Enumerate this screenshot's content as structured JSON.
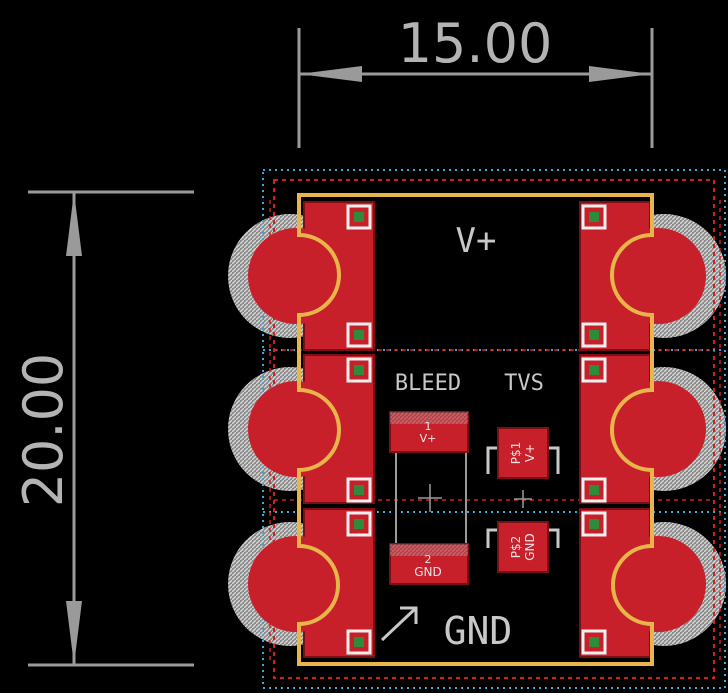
{
  "dimensions": {
    "width_label": "15.00",
    "height_label": "20.00"
  },
  "silkscreen": {
    "power_label": "V+",
    "bleed_label": "BLEED",
    "tvs_label": "TVS",
    "ground_label": "GND"
  },
  "parts": {
    "bleed_resistor": {
      "pad1_number": "1",
      "pad1_net": "V+",
      "pad2_number": "2",
      "pad2_net": "GND"
    },
    "tvs_diode": {
      "pad1_name": "P$1",
      "pad1_net": "V+",
      "pad2_name": "P$2",
      "pad2_net": "GND"
    }
  },
  "colors": {
    "background": "#000000",
    "copper": "#c8202b",
    "copper_dark": "#7a1016",
    "board_outline": "#e8b54a",
    "dimension": "#9a9a9a",
    "keepout_red": "#d02020",
    "keepout_blue": "#3aa8d8",
    "via_green": "#2e8b3a"
  }
}
